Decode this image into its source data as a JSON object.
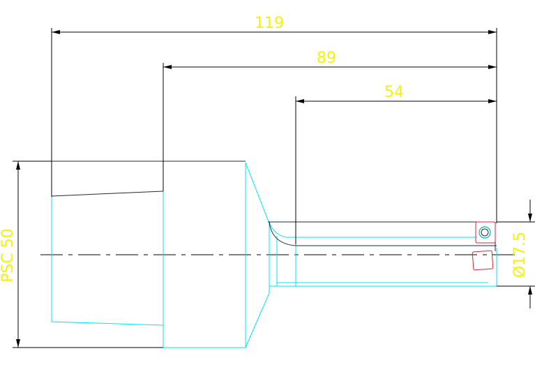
{
  "colors": {
    "background": "#ffffff",
    "dimension_line": "#000000",
    "dimension_text": "#f2f20a",
    "tool_outline": "#00e5ee",
    "tool_hidden": "#1c2a3a",
    "insert": "#e0203a",
    "centerline": "#000000"
  },
  "dimensions": {
    "overall_length": "119",
    "shank_to_tip": "89",
    "bar_length": "54",
    "coupling": "PSC 50",
    "bore_diameter": "Ø17.5"
  }
}
